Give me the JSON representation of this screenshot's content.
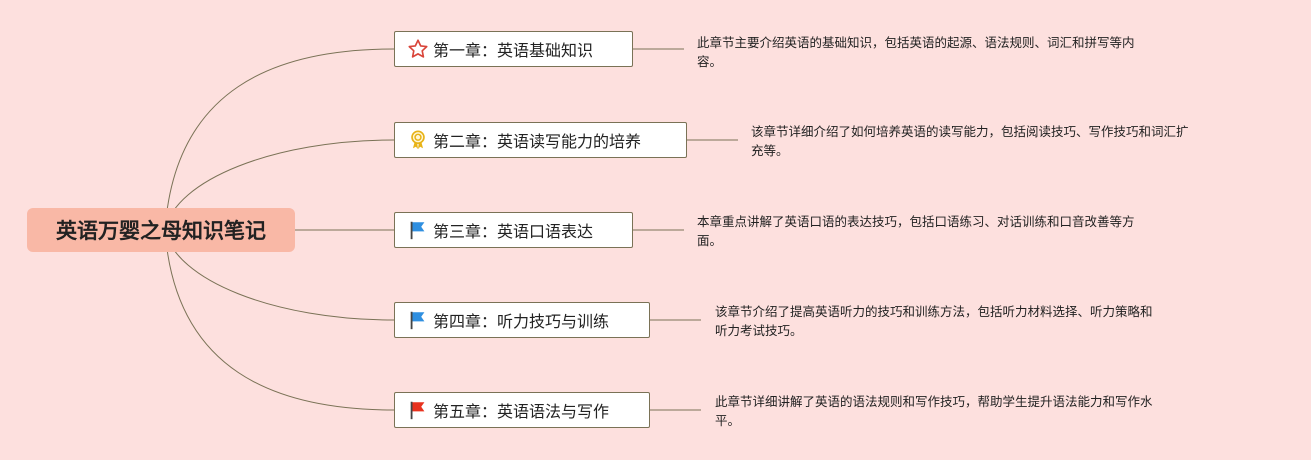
{
  "root": {
    "title": "英语万婴之母知识笔记"
  },
  "chapters": [
    {
      "title": "第一章：英语基础知识",
      "icon": "star-outline-icon",
      "icon_color": "#d9453a",
      "desc_lines": [
        "此章节主要介绍英语的基础知识，包括英语的起源、语法规则、词汇和拼写等内",
        "容。"
      ]
    },
    {
      "title": "第二章：英语读写能力的培养",
      "icon": "award-ribbon-icon",
      "icon_color": "#e8b317",
      "desc_lines": [
        "该章节详细介绍了如何培养英语的读写能力，包括阅读技巧、写作技巧和词汇扩",
        "充等。"
      ]
    },
    {
      "title": "第三章：英语口语表达",
      "icon": "flag-icon",
      "icon_color": "#2f8fe0",
      "desc_lines": [
        "本章重点讲解了英语口语的表达技巧，包括口语练习、对话训练和口音改善等方",
        "面。"
      ]
    },
    {
      "title": "第四章：听力技巧与训练",
      "icon": "flag-icon",
      "icon_color": "#2f8fe0",
      "desc_lines": [
        "该章节介绍了提高英语听力的技巧和训练方法，包括听力材料选择、听力策略和",
        "听力考试技巧。"
      ]
    },
    {
      "title": "第五章：英语语法与写作",
      "icon": "flag-icon",
      "icon_color": "#e8321f",
      "desc_lines": [
        "此章节详细讲解了英语的语法规则和写作技巧，帮助学生提升语法能力和写作水",
        "平。"
      ]
    }
  ],
  "colors": {
    "background": "#fde0de",
    "root_fill": "#f9b8a6",
    "link": "#7a7256"
  }
}
